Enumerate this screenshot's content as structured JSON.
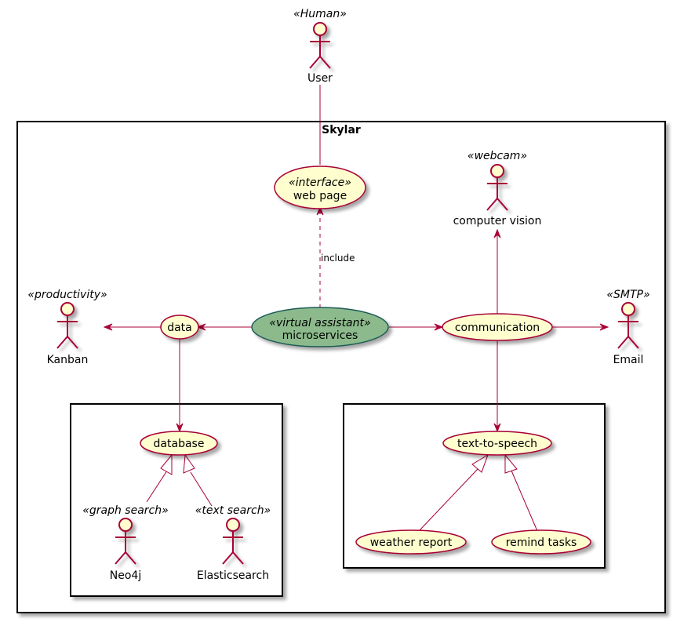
{
  "colors": {
    "edge": "#A80036",
    "usecase_fill": "#FEFECE",
    "highlight_fill": "#8CBA8C",
    "highlight_border": "#1E5A57"
  },
  "system": {
    "title": "Skylar"
  },
  "actors": {
    "user": {
      "name": "User",
      "stereotype": "«Human»"
    },
    "computer_vision": {
      "name": "computer vision",
      "stereotype": "«webcam»"
    },
    "kanban": {
      "name": "Kanban",
      "stereotype": "«productivity»"
    },
    "email": {
      "name": "Email",
      "stereotype": "«SMTP»"
    },
    "neo4j": {
      "name": "Neo4j",
      "stereotype": "«graph search»"
    },
    "elasticsearch": {
      "name": "Elasticsearch",
      "stereotype": "«text search»"
    }
  },
  "usecases": {
    "web_page": {
      "name": "web page",
      "stereotype": "«interface»"
    },
    "microservices": {
      "name": "microservices",
      "stereotype": "«virtual assistant»"
    },
    "data": {
      "name": "data"
    },
    "communication": {
      "name": "communication"
    },
    "database": {
      "name": "database"
    },
    "text_to_speech": {
      "name": "text-to-speech"
    },
    "weather_report": {
      "name": "weather report"
    },
    "remind_tasks": {
      "name": "remind tasks"
    }
  },
  "edges": {
    "include_label": "include"
  }
}
